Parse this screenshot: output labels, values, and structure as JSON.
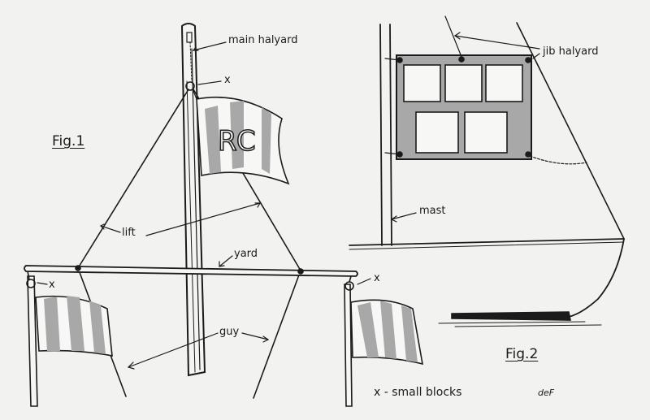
{
  "figure1": {
    "caption": "Fig.1",
    "labels": {
      "main_halyard": "main halyard",
      "x_top": "x",
      "lift": "lift",
      "yard": "yard",
      "guy": "guy",
      "x_left": "x",
      "x_right": "x"
    },
    "flag_text": "RC"
  },
  "figure2": {
    "caption": "Fig.2",
    "labels": {
      "jib_halyard": "jib halyard",
      "mast": "mast"
    }
  },
  "legend": "x - small blocks",
  "signature": "deF",
  "colors": {
    "paper": "#f2f2f0",
    "ink": "#1b1b1b",
    "flag_stripe": "#a8a8a8"
  }
}
